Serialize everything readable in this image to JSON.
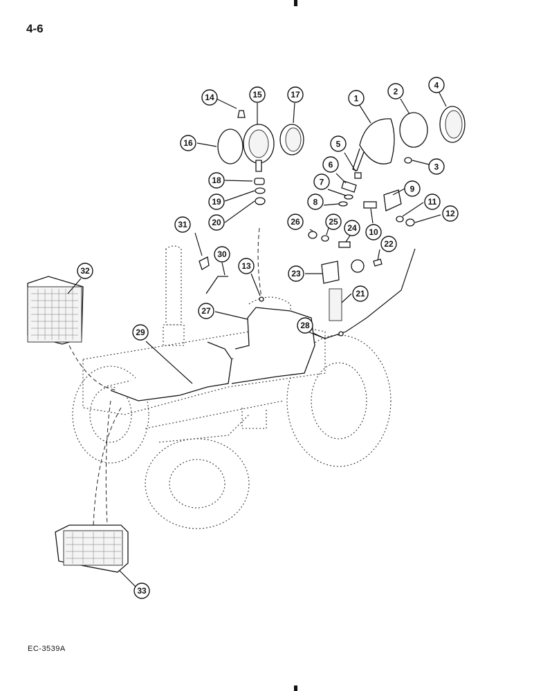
{
  "page": {
    "page_number": "4-6",
    "figure_code": "EC-3539A"
  },
  "callouts": [
    {
      "number": "1"
    },
    {
      "number": "2"
    },
    {
      "number": "3"
    },
    {
      "number": "4"
    },
    {
      "number": "5"
    },
    {
      "number": "6"
    },
    {
      "number": "7"
    },
    {
      "number": "8"
    },
    {
      "number": "9"
    },
    {
      "number": "10"
    },
    {
      "number": "11"
    },
    {
      "number": "12"
    },
    {
      "number": "13"
    },
    {
      "number": "14"
    },
    {
      "number": "15"
    },
    {
      "number": "16"
    },
    {
      "number": "17"
    },
    {
      "number": "18"
    },
    {
      "number": "19"
    },
    {
      "number": "20"
    },
    {
      "number": "21"
    },
    {
      "number": "22"
    },
    {
      "number": "23"
    },
    {
      "number": "24"
    },
    {
      "number": "25"
    },
    {
      "number": "26"
    },
    {
      "number": "27"
    },
    {
      "number": "28"
    },
    {
      "number": "29"
    },
    {
      "number": "30"
    },
    {
      "number": "31"
    },
    {
      "number": "32"
    },
    {
      "number": "33"
    }
  ]
}
